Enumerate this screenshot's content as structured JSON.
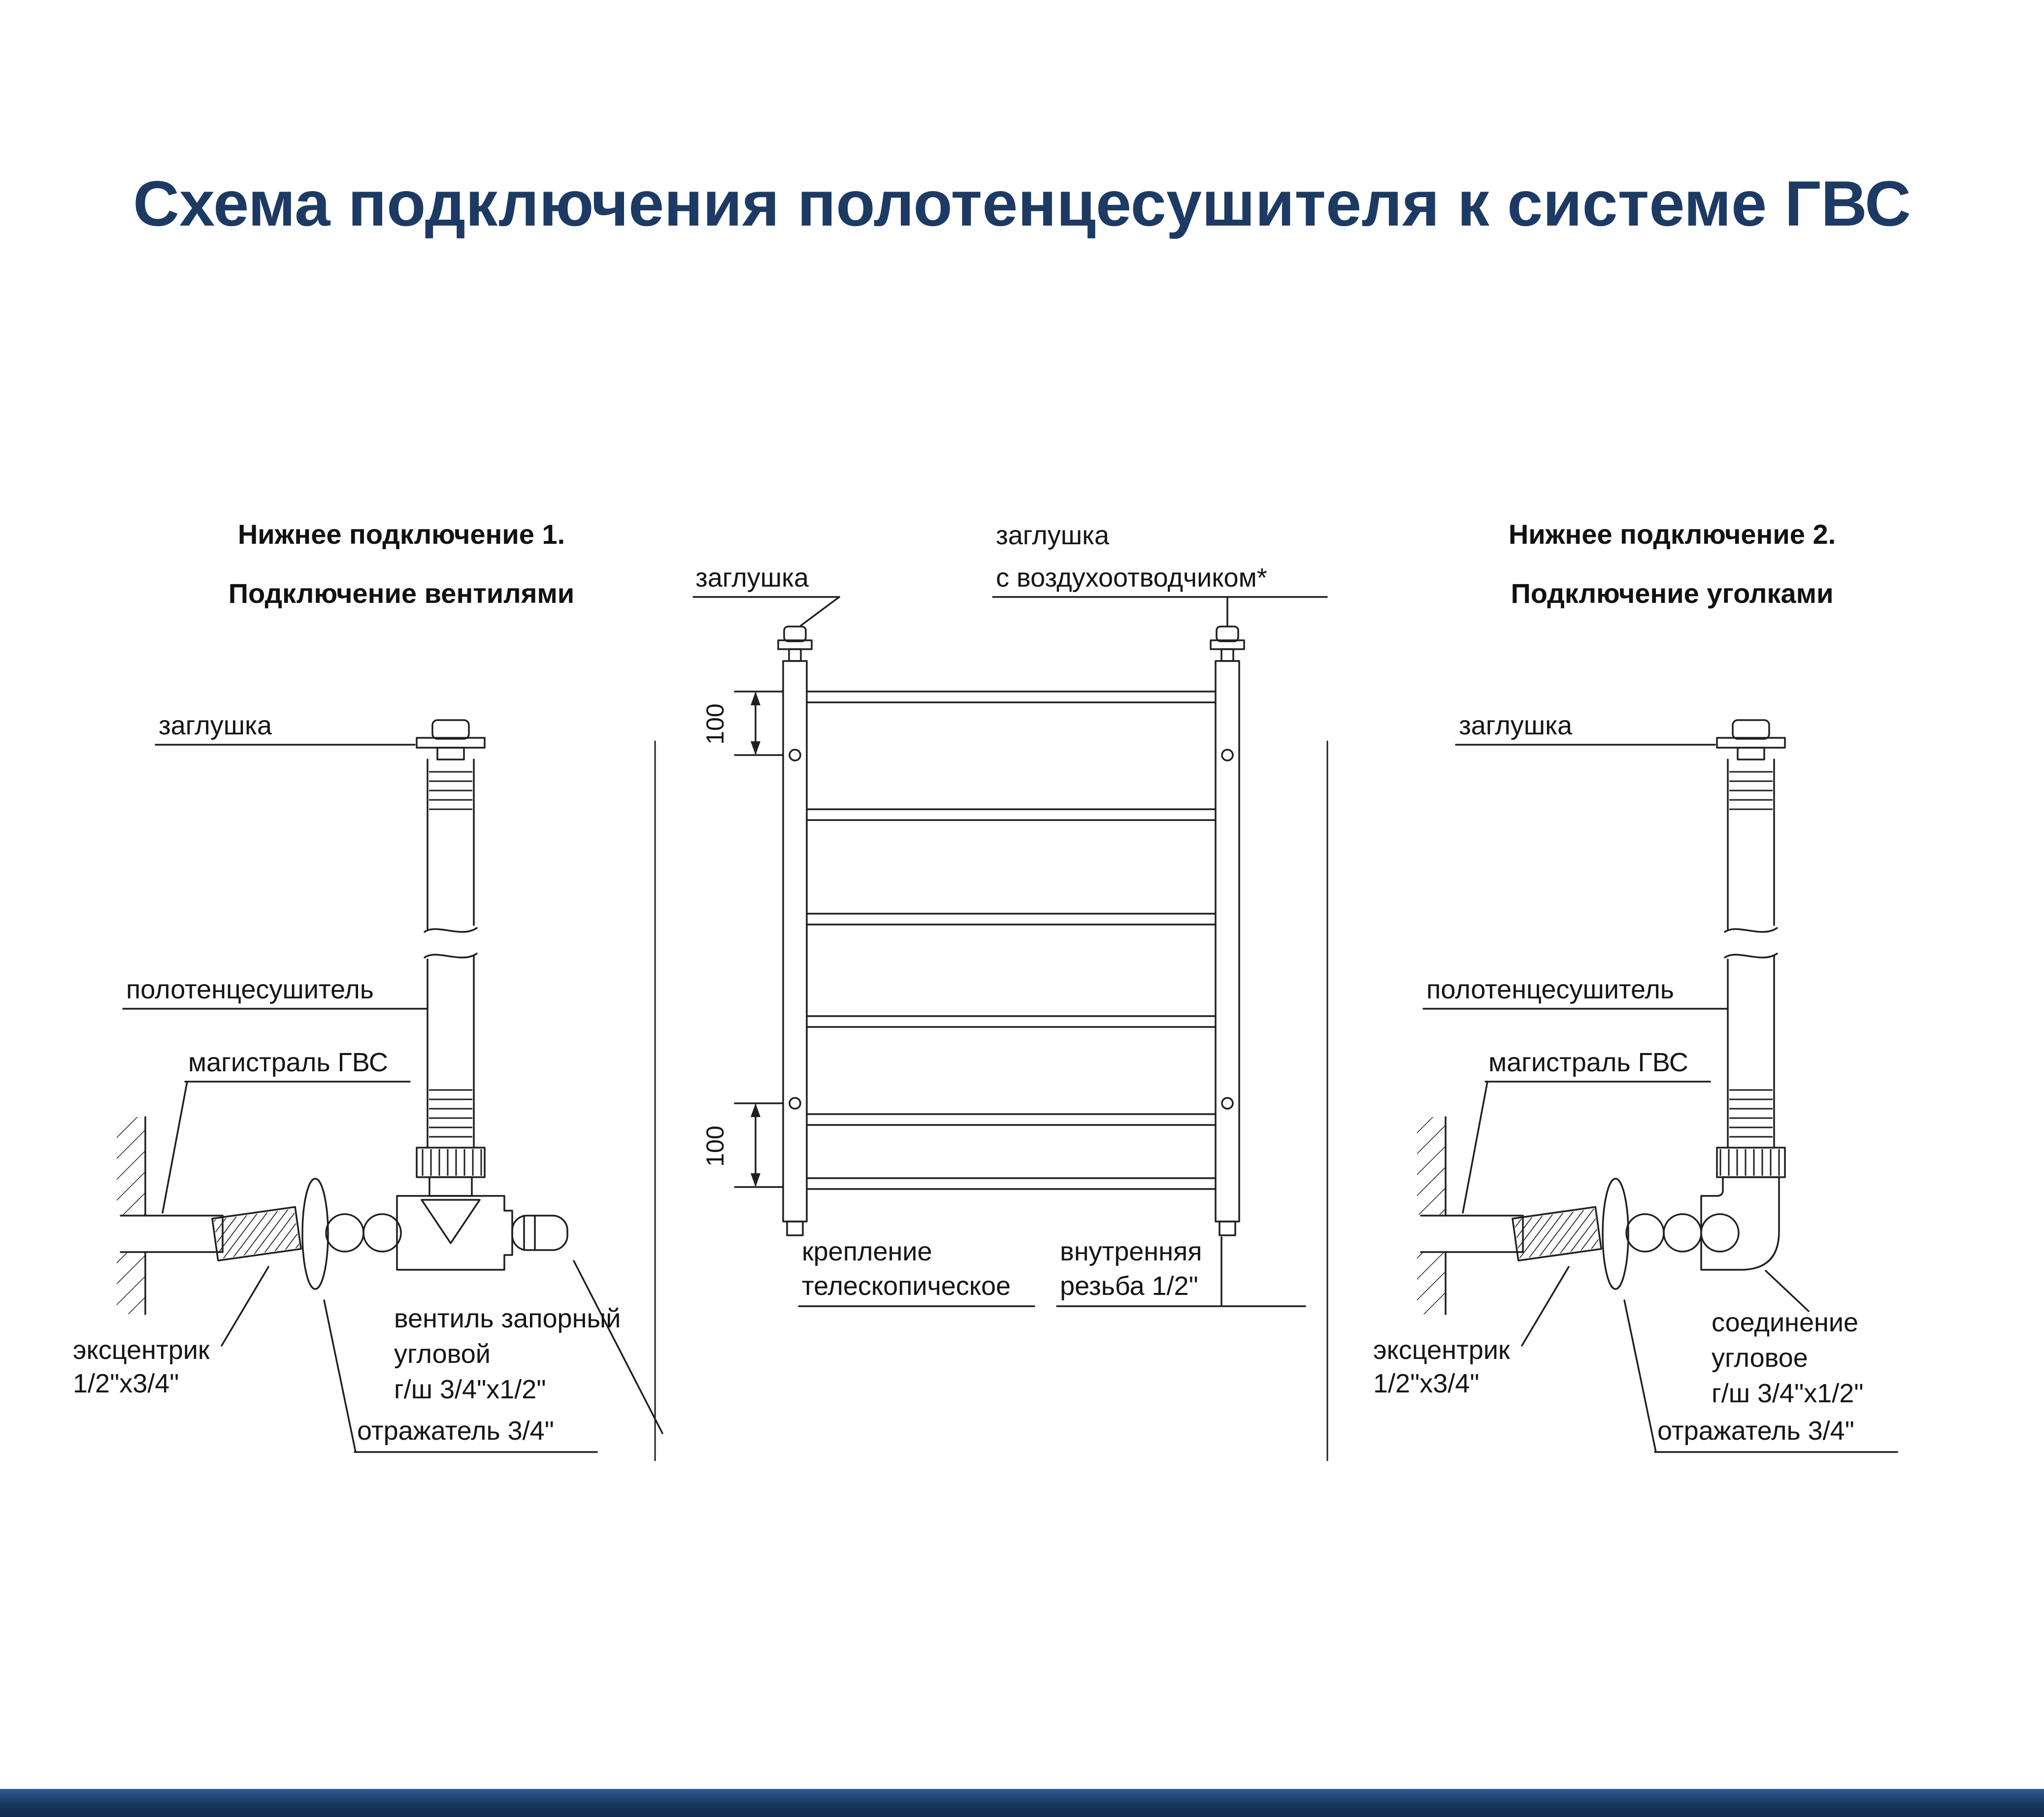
{
  "title": "Схема подключения полотенцесушителя к системе ГВС",
  "left": {
    "heading1": "Нижнее подключение 1.",
    "heading2": "Подключение вентилями",
    "plug": "заглушка",
    "towel_rail": "полотенцесушитель",
    "hws_main": "магистраль ГВС",
    "eccentric_line1": "эксцентрик",
    "eccentric_line2": "1/2\"x3/4\"",
    "valve_line1": "вентиль запорный",
    "valve_line2": "угловой",
    "valve_line3": "г/ш 3/4\"x1/2\"",
    "reflector": "отражатель 3/4\""
  },
  "center": {
    "plug": "заглушка",
    "air_plug_line1": "заглушка",
    "air_plug_line2": "с воздухоотводчиком*",
    "dim_top": "100",
    "dim_bottom": "100",
    "mount_line1": "крепление",
    "mount_line2": "телескопическое",
    "thread_line1": "внутренняя",
    "thread_line2": "резьба 1/2\""
  },
  "right": {
    "heading1": "Нижнее подключение 2.",
    "heading2": "Подключение уголками",
    "plug": "заглушка",
    "towel_rail": "полотенцесушитель",
    "hws_main": "магистраль ГВС",
    "eccentric_line1": "эксцентрик",
    "eccentric_line2": "1/2\"x3/4\"",
    "elbow_line1": "соединение",
    "elbow_line2": "угловое",
    "elbow_line3": "г/ш 3/4\"x1/2\"",
    "reflector": "отражатель 3/4\""
  },
  "colors": {
    "title": "#1c3a63",
    "linework": "#1f1f1f",
    "footer_bar": "#17355e",
    "background": "#ffffff"
  }
}
